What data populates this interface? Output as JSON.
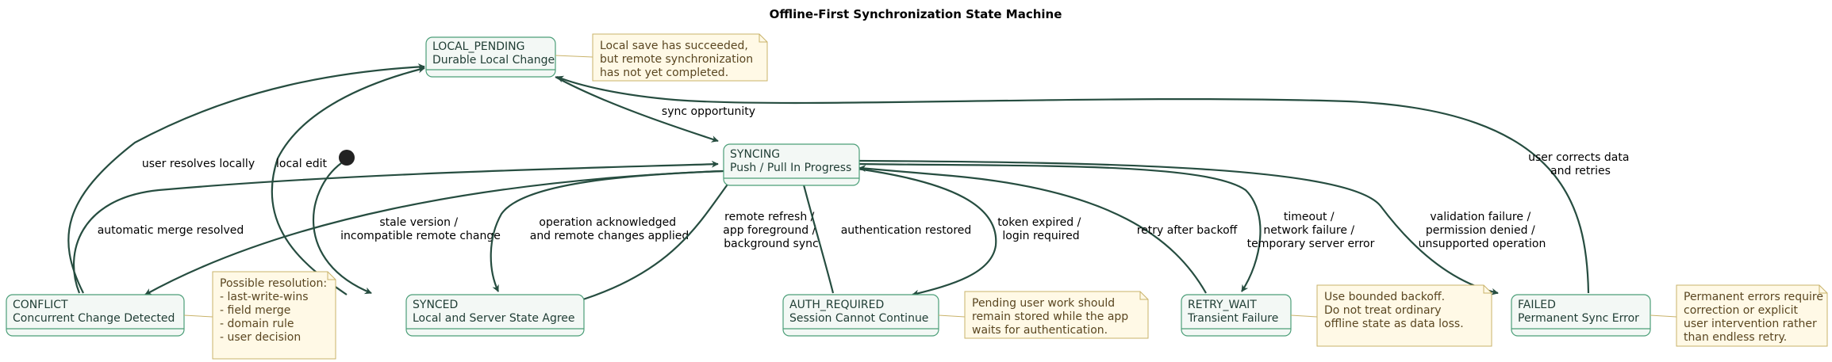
{
  "title": "Offline-First Synchronization State Machine",
  "colors": {
    "state_fill": "#f3f8f5",
    "state_border": "#4b9e78",
    "edge": "#264d40",
    "note_fill": "#fff9e6",
    "note_border": "#c9b36a"
  },
  "states": {
    "local_pending": {
      "name": "LOCAL_PENDING",
      "desc": "Durable Local Change"
    },
    "syncing": {
      "name": "SYNCING",
      "desc": "Push / Pull In Progress"
    },
    "conflict": {
      "name": "CONFLICT",
      "desc": "Concurrent Change Detected"
    },
    "synced": {
      "name": "SYNCED",
      "desc": "Local and Server State Agree"
    },
    "auth_required": {
      "name": "AUTH_REQUIRED",
      "desc": "Session Cannot Continue"
    },
    "retry_wait": {
      "name": "RETRY_WAIT",
      "desc": "Transient Failure"
    },
    "failed": {
      "name": "FAILED",
      "desc": "Permanent Sync Error"
    }
  },
  "notes": {
    "local_pending": [
      "Local save has succeeded,",
      "but remote synchronization",
      "has not yet completed."
    ],
    "conflict": [
      "Possible resolution:",
      "",
      "- last-write-wins",
      "- field merge",
      "- domain rule",
      "- user decision"
    ],
    "auth_required": [
      "Pending user work should",
      "remain stored while the app",
      "waits for authentication."
    ],
    "retry_wait": [
      "Use bounded backoff.",
      "",
      "Do not treat ordinary",
      "offline state as data loss."
    ],
    "failed": [
      "Permanent errors require",
      "correction or explicit",
      "user intervention rather",
      "than endless retry."
    ]
  },
  "edges": {
    "sync_opportunity": [
      "sync opportunity"
    ],
    "user_resolves_locally": [
      "user resolves locally"
    ],
    "local_edit": [
      "local edit"
    ],
    "user_corrects": [
      "user corrects data",
      "and retries"
    ],
    "automatic_merge": [
      "automatic merge resolved"
    ],
    "stale_version": [
      "stale version /",
      "incompatible remote change"
    ],
    "operation_ack": [
      "operation acknowledged",
      "and remote changes applied"
    ],
    "remote_refresh": [
      "remote refresh /",
      "app foreground /",
      "background sync"
    ],
    "auth_restored": [
      "authentication restored"
    ],
    "token_expired": [
      "token expired /",
      "login required"
    ],
    "retry_after": [
      "retry after backoff"
    ],
    "timeout": [
      "timeout /",
      "network failure /",
      "temporary server error"
    ],
    "validation_failure": [
      "validation failure /",
      "permission denied /",
      "unsupported operation"
    ]
  }
}
